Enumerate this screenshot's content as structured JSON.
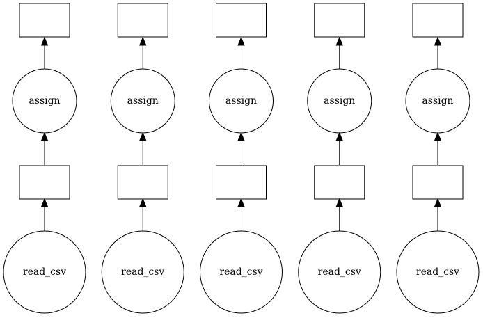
{
  "graph": {
    "columns": [
      {
        "top_task": "assign",
        "bottom_task": "read_csv"
      },
      {
        "top_task": "assign",
        "bottom_task": "read_csv"
      },
      {
        "top_task": "assign",
        "bottom_task": "read_csv"
      },
      {
        "top_task": "assign",
        "bottom_task": "read_csv"
      },
      {
        "top_task": "assign",
        "bottom_task": "read_csv"
      }
    ]
  }
}
